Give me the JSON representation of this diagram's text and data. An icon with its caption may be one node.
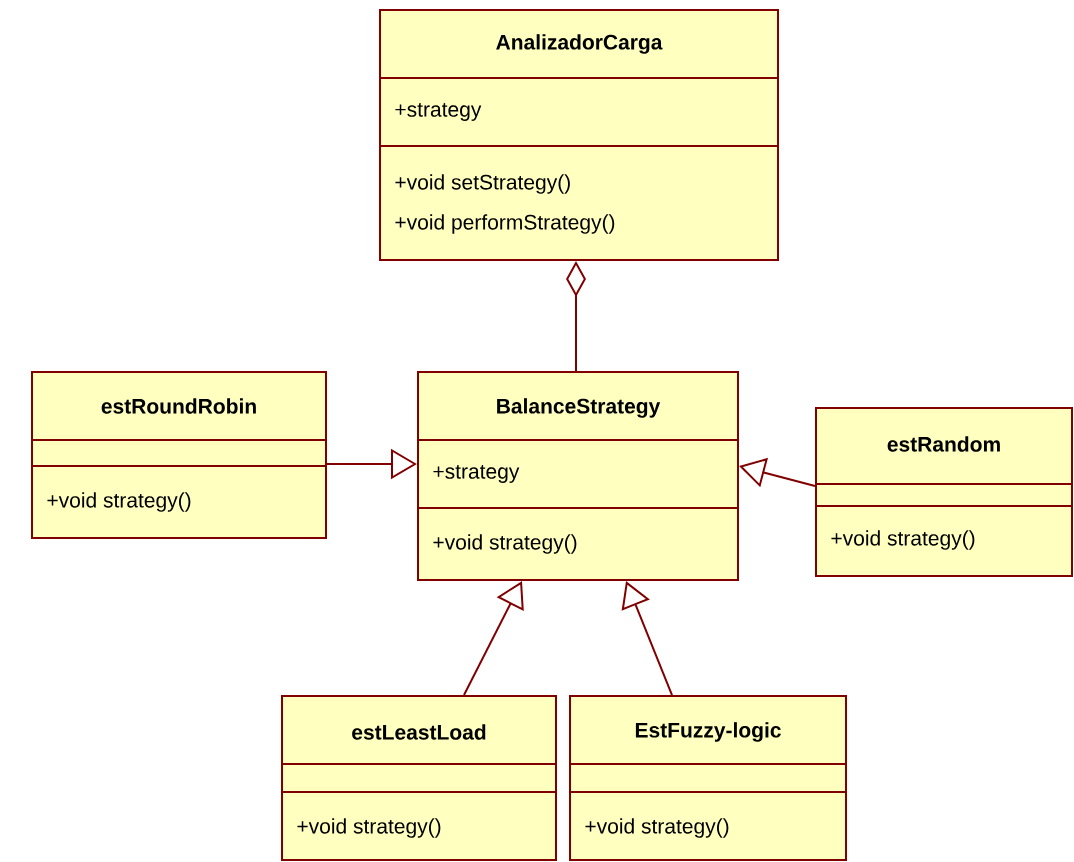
{
  "diagram": {
    "nodes": [
      {
        "text": [
          "AnalizadorCarga",
          "+strategy",
          "+void setStrategy()",
          "+void performStrategy()"
        ]
      },
      {
        "text": [
          "BalanceStrategy",
          "+strategy",
          "+void strategy()"
        ]
      },
      {
        "text": [
          "estRoundRobin",
          "+void strategy()"
        ]
      },
      {
        "text": [
          "estRandom",
          "+void strategy()"
        ]
      },
      {
        "text": [
          "estLeastLoad",
          "+void strategy()"
        ]
      },
      {
        "text": [
          "EstFuzzy-logic",
          "+void strategy()"
        ]
      }
    ],
    "edges": [
      {
        "from": 0,
        "to": 1,
        "arrow": "other"
      },
      {
        "from": 2,
        "to": 1,
        "arrow": "to"
      },
      {
        "from": 3,
        "to": 1,
        "arrow": "to"
      },
      {
        "from": 4,
        "to": 1,
        "arrow": "to"
      },
      {
        "from": 5,
        "to": 1,
        "arrow": "to"
      }
    ]
  }
}
